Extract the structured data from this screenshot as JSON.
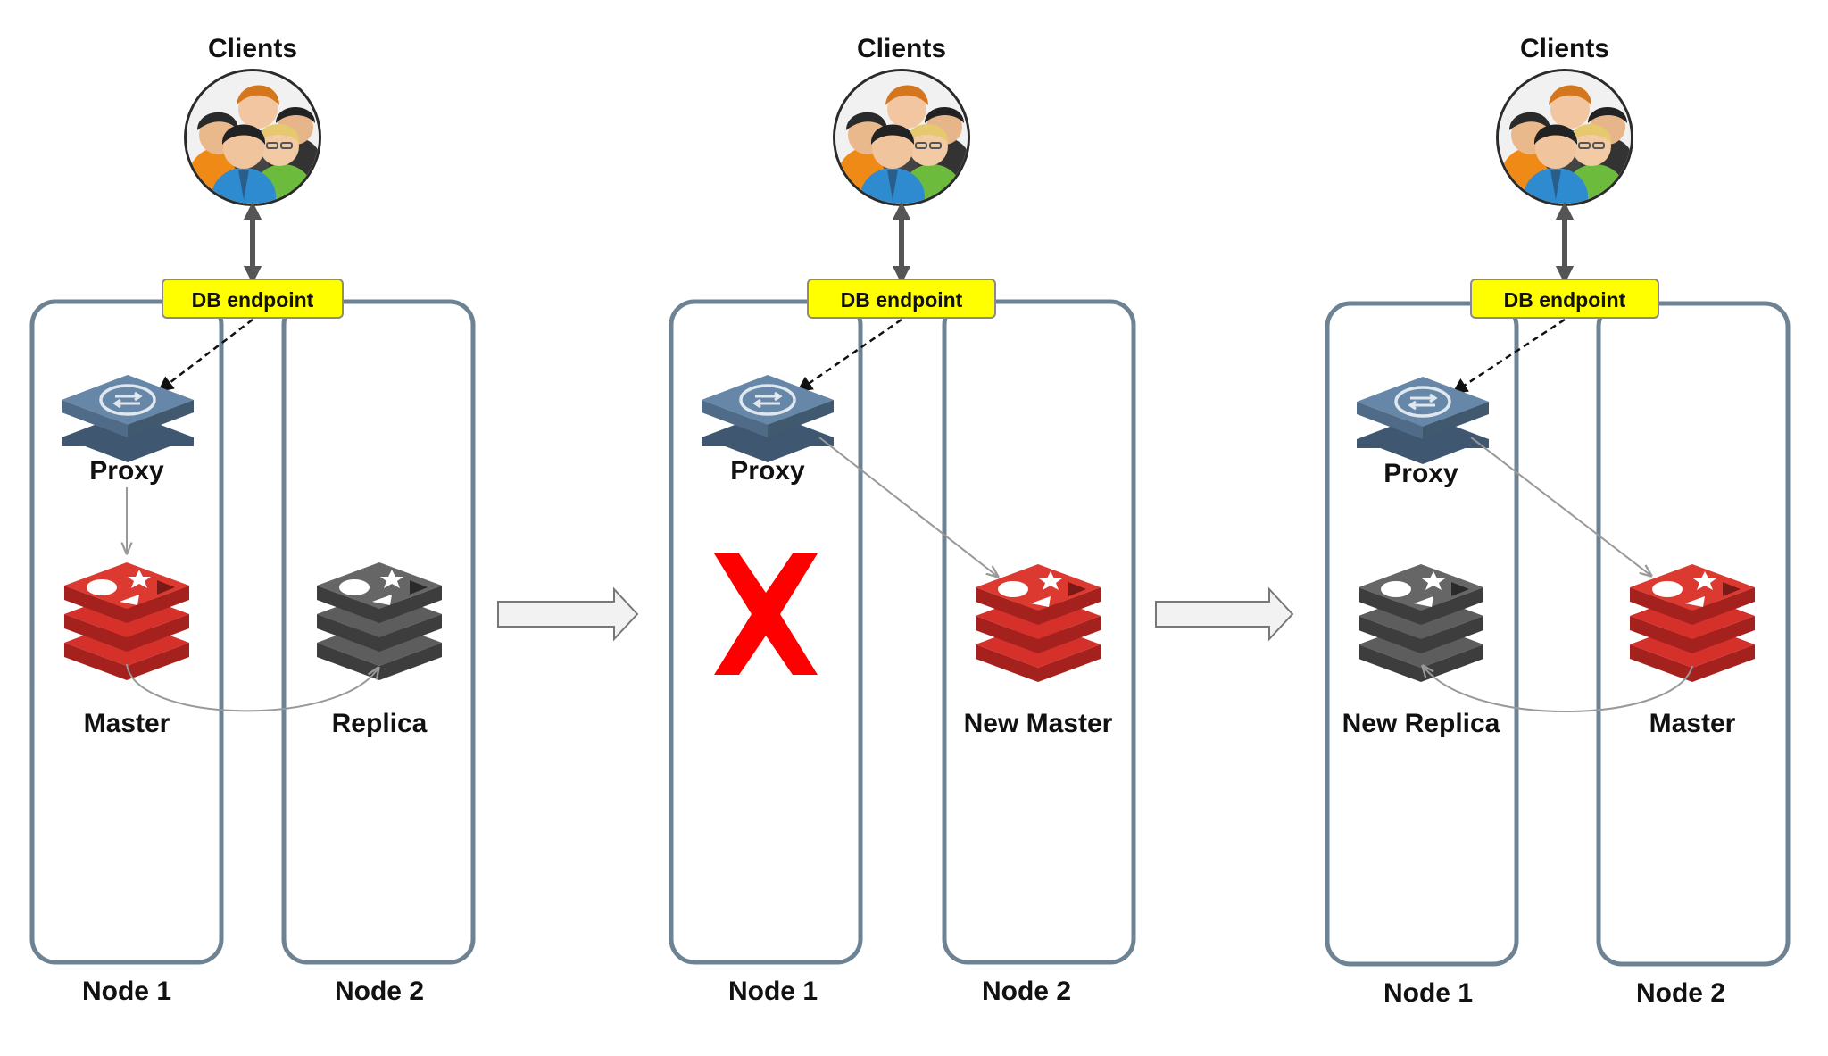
{
  "colors": {
    "node_border": "#6d8393",
    "endpoint_fill": "#ffff00",
    "redis_red": "#d6302b",
    "redis_gray": "#575757",
    "proxy_blue": "#5d7c9d",
    "fail_cross": "#ff0000",
    "arrow_fill": "#f2f2f2"
  },
  "panels": [
    {
      "clients_label": "Clients",
      "endpoint_label": "DB endpoint",
      "proxy_label": "Proxy",
      "node1_label": "Node 1",
      "node2_label": "Node 2",
      "node1_role": "Master",
      "node2_role": "Replica",
      "node1_icon": "redis-red-icon",
      "node2_icon": "redis-gray-icon"
    },
    {
      "clients_label": "Clients",
      "endpoint_label": "DB endpoint",
      "proxy_label": "Proxy",
      "node1_label": "Node 1",
      "node2_label": "Node 2",
      "node1_role": "",
      "node2_role": "New Master",
      "node1_icon": "failed-cross-icon",
      "node2_icon": "redis-red-icon"
    },
    {
      "clients_label": "Clients",
      "endpoint_label": "DB endpoint",
      "proxy_label": "Proxy",
      "node1_label": "Node 1",
      "node2_label": "Node 2",
      "node1_role": "New Replica",
      "node2_role": "Master",
      "node1_icon": "redis-gray-icon",
      "node2_icon": "redis-red-icon"
    }
  ]
}
